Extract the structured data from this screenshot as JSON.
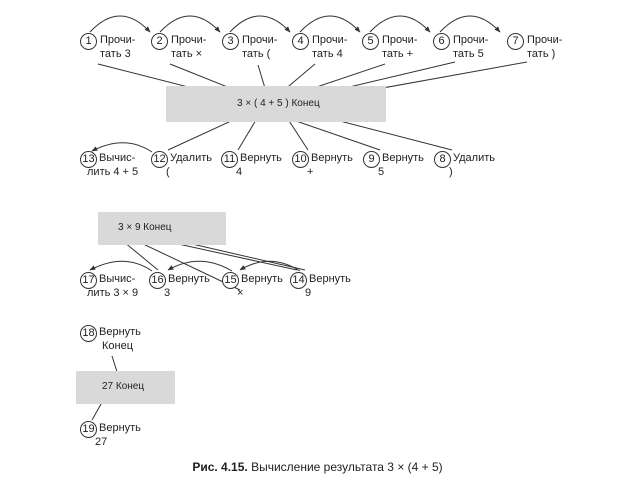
{
  "expressions": {
    "expr1": "3 × ( 4 + 5 ) Конец",
    "expr2": "3 × 9 Конец",
    "expr3": "27 Конец"
  },
  "steps": [
    {
      "n": "1",
      "line1": "Прочи-",
      "line2": "тать 3"
    },
    {
      "n": "2",
      "line1": "Прочи-",
      "line2": "тать ×"
    },
    {
      "n": "3",
      "line1": "Прочи-",
      "line2": "тать ("
    },
    {
      "n": "4",
      "line1": "Прочи-",
      "line2": "тать 4"
    },
    {
      "n": "5",
      "line1": "Прочи-",
      "line2": "тать +"
    },
    {
      "n": "6",
      "line1": "Прочи-",
      "line2": "тать 5"
    },
    {
      "n": "7",
      "line1": "Прочи-",
      "line2": "тать )"
    },
    {
      "n": "8",
      "line1": "Удалить",
      "line2": ")"
    },
    {
      "n": "9",
      "line1": "Вернуть",
      "line2": "5"
    },
    {
      "n": "10",
      "line1": "Вернуть",
      "line2": "+"
    },
    {
      "n": "11",
      "line1": "Вернуть",
      "line2": "4"
    },
    {
      "n": "12",
      "line1": "Удалить",
      "line2": "("
    },
    {
      "n": "13",
      "line1": "Вычис-",
      "line2": "лить 4 + 5"
    },
    {
      "n": "14",
      "line1": "Вернуть",
      "line2": "9"
    },
    {
      "n": "15",
      "line1": "Вернуть",
      "line2": "×"
    },
    {
      "n": "16",
      "line1": "Вернуть",
      "line2": "3"
    },
    {
      "n": "17",
      "line1": "Вычис-",
      "line2": "лить 3 × 9"
    },
    {
      "n": "18",
      "line1": "Вернуть",
      "line2": "Конец"
    },
    {
      "n": "19",
      "line1": "Вернуть",
      "line2": "27"
    }
  ],
  "caption": {
    "label": "Рис. 4.15.",
    "text": " Вычисление результата 3 × (4 + 5)"
  }
}
